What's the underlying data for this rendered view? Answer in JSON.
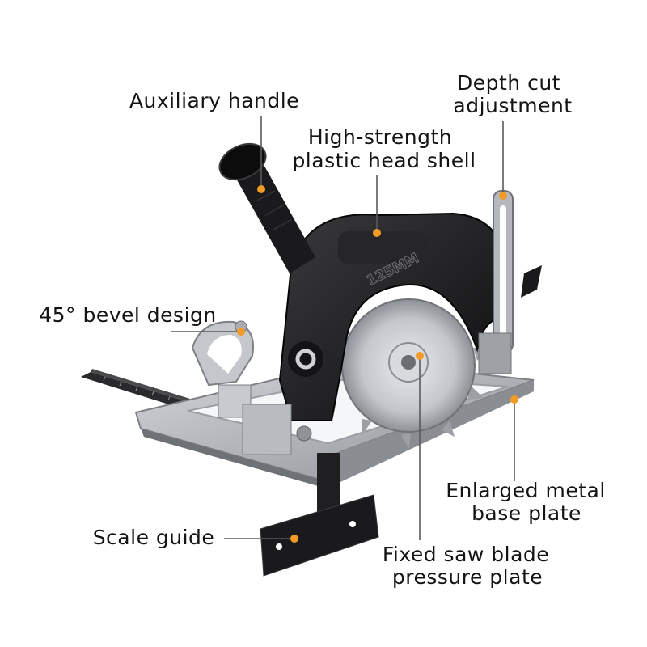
{
  "product_text": {
    "blade_guard_marking": "125MM"
  },
  "colors": {
    "callout_dot": "#F39A27",
    "guard_body": "#1d1d1f",
    "metal_plate": "#b7bac0",
    "blade": "#c9ccd1"
  },
  "callouts": {
    "auxiliary_handle": {
      "label": "Auxiliary handle"
    },
    "depth_cut": {
      "line1": "Depth cut",
      "line2": "adjustment"
    },
    "head_shell": {
      "line1": "High-strength",
      "line2": "plastic head shell"
    },
    "bevel": {
      "label": "45° bevel design"
    },
    "base_plate": {
      "line1": "Enlarged metal",
      "line2": "base plate"
    },
    "scale_guide": {
      "label": "Scale guide"
    },
    "pressure_plate": {
      "line1": "Fixed saw blade",
      "line2": "pressure plate"
    }
  }
}
